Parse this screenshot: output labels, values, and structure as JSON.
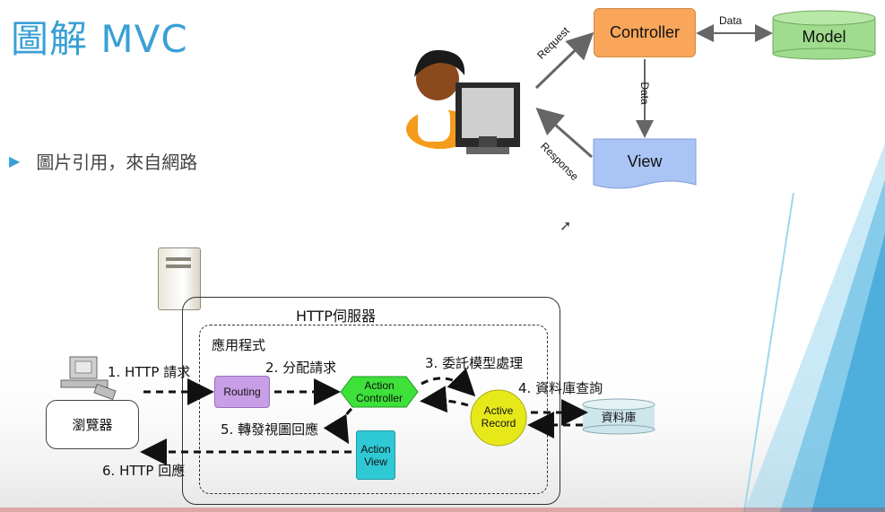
{
  "slide": {
    "title": "圖解 MVC",
    "bullet": "圖片引用，來自網路",
    "bullet_icon": "triangle-bullet-icon"
  },
  "top_diagram": {
    "controller": "Controller",
    "model": "Model",
    "view": "View",
    "edge_data_cm": "Data",
    "edge_data_cv": "Data",
    "edge_request": "Request",
    "edge_response": "Response",
    "colors": {
      "controller": "#f9a65a",
      "model": "#9fdc8d",
      "view": "#a9c4f5"
    }
  },
  "bottom_diagram": {
    "server_label": "HTTP伺服器",
    "app_label": "應用程式",
    "browser": "瀏覽器",
    "routing": "Routing",
    "action_controller_1": "Action",
    "action_controller_2": "Controller",
    "active_record_1": "Active",
    "active_record_2": "Record",
    "action_view_1": "Action",
    "action_view_2": "View",
    "database": "資料庫",
    "step1": "1. HTTP 請求",
    "step2": "2. 分配請求",
    "step3": "3. 委託模型處理",
    "step4": "4. 資料庫查詢",
    "step5": "5. 轉發視圖回應",
    "step6": "6. HTTP 回應",
    "colors": {
      "routing": "#c89ee6",
      "action_controller": "#3ee03a",
      "active_record": "#e6e81a",
      "action_view": "#2ec9d4",
      "database": "#cde6ec"
    }
  }
}
